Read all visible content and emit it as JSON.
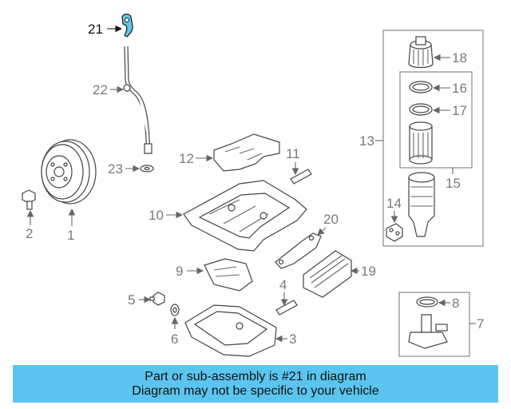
{
  "diagram": {
    "highlighted_part": "21",
    "highlight_color": "#5ec8e9",
    "callouts": [
      "1",
      "2",
      "3",
      "4",
      "5",
      "6",
      "7",
      "8",
      "9",
      "10",
      "11",
      "12",
      "13",
      "14",
      "15",
      "16",
      "17",
      "18",
      "19",
      "20",
      "21",
      "22",
      "23"
    ]
  },
  "banner": {
    "line1": "Part or sub-assembly is #21 in diagram",
    "line2": "Diagram may not be specific to your vehicle",
    "background": "#5bc5ef"
  }
}
